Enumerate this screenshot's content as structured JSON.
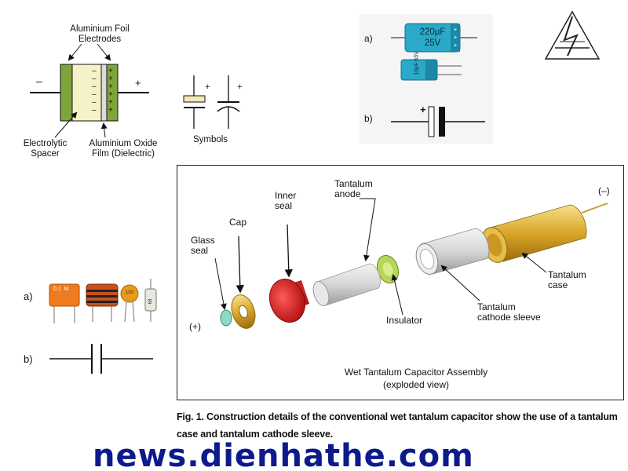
{
  "electrolytic_section": {
    "foil_label": "Aluminium Foil\nElectrodes",
    "minus_sign": "–",
    "plus_sign": "+",
    "spacer_label": "Electrolytic\nSpacer",
    "oxide_label": "Aluminium Oxide\nFilm (Dielectric)",
    "symbols_label": "Symbols",
    "symbol_plus": "+"
  },
  "polarized_cap_section": {
    "item_a": "a)",
    "item_b": "b)",
    "big_cap_value": "220µF",
    "big_cap_voltage": "25V",
    "small_cap_text": "10µF 63V",
    "symbol_plus": "+"
  },
  "ceramic_section": {
    "item_a": "a)",
    "item_b": "b)",
    "cap1_text": "0.1  M",
    "cap3_text": "103",
    "cap4_text": "68"
  },
  "tantalum_figure": {
    "labels": {
      "glass_seal": "Glass\nseal",
      "cap": "Cap",
      "inner_seal": "Inner\nseal",
      "tantalum_anode": "Tantalum\nanode",
      "insulator": "Insulator",
      "cathode_sleeve": "Tantalum\ncathode sleeve",
      "tantalum_case": "Tantalum\ncase",
      "plus_terminal": "(+)",
      "minus_terminal": "(–)"
    },
    "assembly_title": "Wet Tantalum Capacitor Assembly",
    "assembly_subtitle": "(exploded view)"
  },
  "caption": "Fig. 1. Construction details of the conventional wet tantalum capacitor show the use of a tantalum case and tantalum cathode sleeve.",
  "watermark": "news.dienhathe.com",
  "colors": {
    "foil_green": "#7ea53a",
    "spacer_cream": "#f6f2c8",
    "cap_blue": "#2aa9c9",
    "seal_red": "#d81a1a",
    "gold": "#d9a62a",
    "insulator_green": "#b6d65a",
    "watermark_blue": "#0c1a8c"
  }
}
